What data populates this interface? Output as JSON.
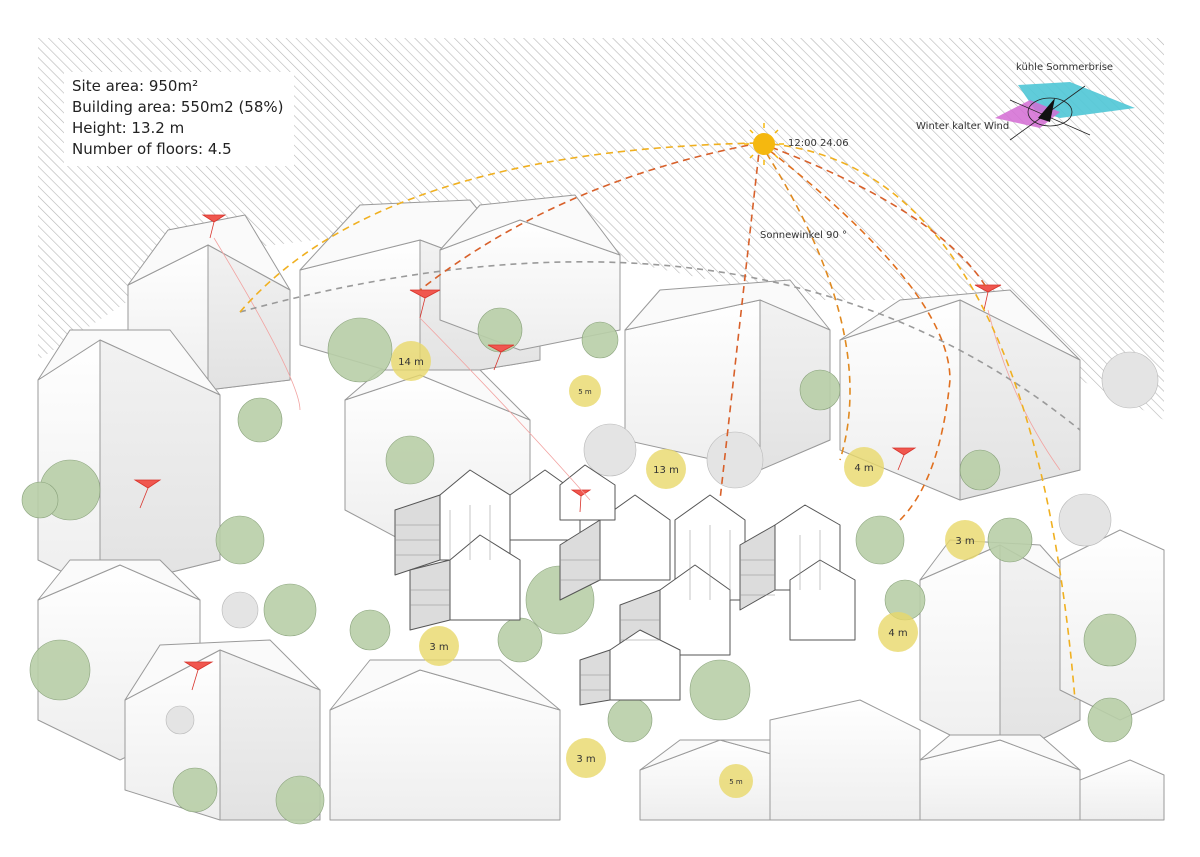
{
  "site_info": {
    "site_area": "Site area: 950m²",
    "building_area": "Building area: 550m2 (58%)",
    "height": "Height: 13.2 m",
    "floors": "Number of floors: 4.5"
  },
  "sun": {
    "time": "12:00 24.06",
    "angle": "Sonnewinkel 90 °"
  },
  "wind": {
    "summer": "kühle Sommerbrise",
    "winter": "Winter kalter Wind"
  },
  "height_markers": [
    "14 m",
    "5 m",
    "13 m",
    "4 m",
    "3 m",
    "4 m",
    "3 m",
    "3 m",
    "5 m"
  ],
  "colors": {
    "sun": "#f5b80f",
    "sun_path": "#e0a020",
    "sun_ray": "#d8602a",
    "summer_wind": "#4fc6d6",
    "winter_wind": "#d46bd4",
    "marker": "#e8d86a",
    "vegetation": "#b9cfa8",
    "kite": "#f0574f"
  }
}
